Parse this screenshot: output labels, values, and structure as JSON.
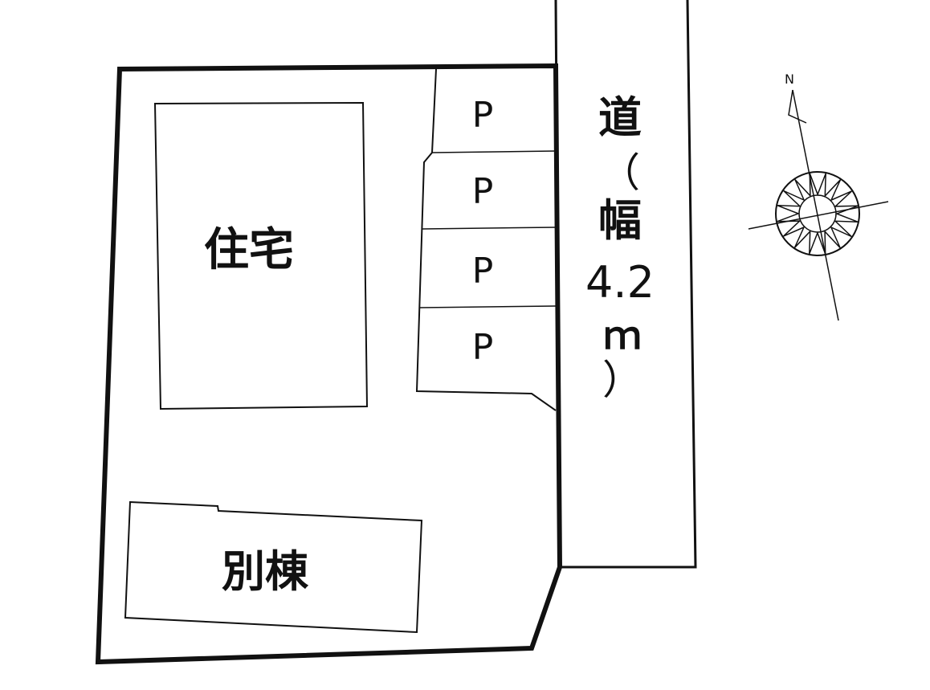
{
  "buildings": {
    "house_label": "住宅",
    "annex_label": "別棟"
  },
  "parking": {
    "spaces": [
      "P",
      "P",
      "P",
      "P"
    ]
  },
  "road": {
    "label_chars": [
      "道",
      "（",
      "幅",
      "4.2",
      "ｍ",
      "）"
    ]
  },
  "compass": {
    "north_label": "N"
  },
  "colors": {
    "line": "#111111",
    "background": "#ffffff"
  }
}
